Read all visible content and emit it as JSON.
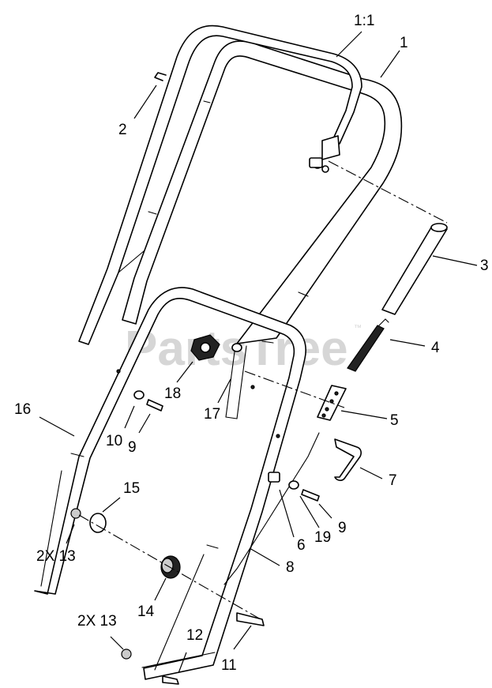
{
  "watermark": {
    "text": "PartsTree",
    "trademark": "™"
  },
  "callouts": [
    {
      "id": "c-1-1",
      "label": "1:1"
    },
    {
      "id": "c-1",
      "label": "1"
    },
    {
      "id": "c-2",
      "label": "2"
    },
    {
      "id": "c-3",
      "label": "3"
    },
    {
      "id": "c-4",
      "label": "4"
    },
    {
      "id": "c-5",
      "label": "5"
    },
    {
      "id": "c-6",
      "label": "6"
    },
    {
      "id": "c-7",
      "label": "7"
    },
    {
      "id": "c-8",
      "label": "8"
    },
    {
      "id": "c-9a",
      "label": "9"
    },
    {
      "id": "c-9b",
      "label": "9"
    },
    {
      "id": "c-10",
      "label": "10"
    },
    {
      "id": "c-11",
      "label": "11"
    },
    {
      "id": "c-12",
      "label": "12"
    },
    {
      "id": "c-2x13a",
      "label": "2X 13"
    },
    {
      "id": "c-2x13b",
      "label": "2X 13"
    },
    {
      "id": "c-14",
      "label": "14"
    },
    {
      "id": "c-15",
      "label": "15"
    },
    {
      "id": "c-16",
      "label": "16"
    },
    {
      "id": "c-17",
      "label": "17"
    },
    {
      "id": "c-18",
      "label": "18"
    },
    {
      "id": "c-19",
      "label": "19"
    }
  ]
}
